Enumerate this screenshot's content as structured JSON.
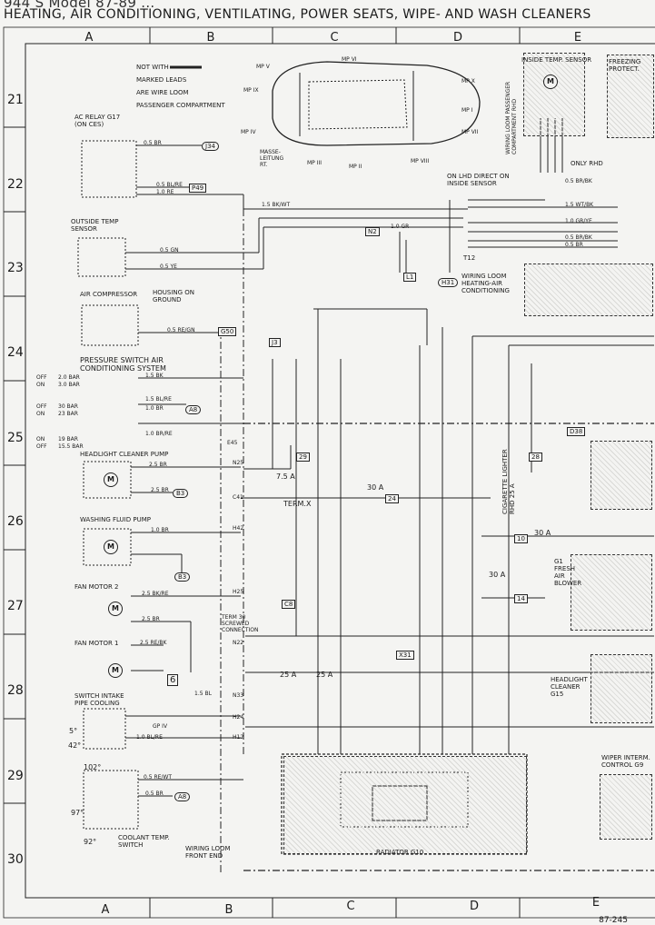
{
  "header": {
    "top": "944 S Model 87-89 ...",
    "title": "HEATING, AIR CONDITIONING, VENTILATING, POWER SEATS, WIPE- AND WASH CLEANERS"
  },
  "grid": {
    "columns": [
      "A",
      "B",
      "C",
      "D",
      "E"
    ],
    "rows": [
      "21",
      "22",
      "23",
      "24",
      "25",
      "26",
      "27",
      "28",
      "29",
      "30"
    ]
  },
  "legend": {
    "line1": "NOT WITH",
    "line2": "MARKED LEADS",
    "line3": "ARE WIRE LOOM",
    "line4": "PASSENGER COMPARTMENT"
  },
  "car": {
    "mp_v": "MP V",
    "mp_vi": "MP VI",
    "mp_ix": "MP IX",
    "mp_x": "MP X",
    "mp_i": "MP I",
    "mp_iv": "MP IV",
    "mp_vii": "MP VII",
    "mp_iii": "MP III",
    "mp_ii": "MP II",
    "mp_viii": "MP VIII",
    "masse": "Masse-Leitung Rt."
  },
  "components": {
    "ac_relay": "AC RELAY G17 (ON CES)",
    "outside_temp": "OUTSIDE TEMP SENSOR",
    "air_compressor": "AIR COMPRESSOR",
    "housing_ground": "HOUSING ON GROUND",
    "pressure_switch": "PRESSURE SWITCH AIR CONDITIONING SYSTEM",
    "headlight_pump": "HEADLIGHT CLEANER PUMP",
    "washing_pump": "WASHING FLUID PUMP",
    "fan_motor2": "FAN MOTOR 2",
    "fan_motor1": "FAN MOTOR 1",
    "switch_intake": "SWITCH INTAKE PIPE COOLING",
    "coolant_switch": "COOLANT TEMP. SWITCH",
    "wiring_front": "WIRING LOOM FRONT END",
    "radiator": "RADIATOR G10",
    "inside_temp": "INSIDE TEMP. SENSOR",
    "freezing": "FREEZING PROTECT.",
    "wiring_rhd": "WIRING LOOM PASSENGER COMPARTMENT RHD",
    "only_rhd": "ONLY RHD",
    "on_lhd": "ON LHD DIRECT ON INSIDE SENSOR",
    "wiring_heating": "WIRING LOOM HEATING-AIR CONDITIONING",
    "cigarette": "CIGARETTE LIGHTER RHD 25 A",
    "fresh_air": "G1 FRESH AIR BLOWER",
    "headlight_cleaner": "HEADLIGHT CLEANER G15",
    "wiper": "WIPER INTERM. CONTROL G9",
    "term_x": "TERM.X",
    "term30": "TERM 30 SCREWED CONNECTION",
    "t12": "T12"
  },
  "pressure": {
    "off1": "OFF",
    "on1": "ON",
    "bar1": "2.0 BAR",
    "bar2": "3.0 BAR",
    "off2": "OFF",
    "on2": "ON",
    "bar3": "30 BAR",
    "bar4": "23 BAR",
    "on3": "ON",
    "off3": "OFF",
    "bar5": "19 BAR",
    "bar6": "15.5 BAR"
  },
  "temps": {
    "t1": "42°",
    "t2": "102°",
    "t3": "97°",
    "t4": "92°",
    "t5": "5°"
  },
  "tags": {
    "j34": "J34",
    "p49": "P49",
    "n2": "N2",
    "l1": "L1",
    "h31": "H31",
    "g50": "G50",
    "j3": "J3",
    "a8": "A8",
    "b3a": "B3",
    "b3b": "B3",
    "c8": "C8",
    "x31": "X31",
    "a8b": "A8",
    "d38": "D38",
    "c41": "C41",
    "e45": "E45",
    "n25": "N25",
    "h42": "H42",
    "h25": "H25",
    "n22": "N22",
    "n33": "N33",
    "h24": "H24",
    "h12": "H12"
  },
  "fuses": {
    "f29": "29",
    "f24": "24",
    "f30a": "30 A",
    "f30b": "30 A",
    "f30c": "30 A",
    "f75": "7.5 A",
    "f25a": "25 A",
    "f25b": "25 A",
    "f14": "14",
    "f10": "10",
    "f6": "6",
    "f28": "28"
  },
  "wires": {
    "w1": "0.5 BR",
    "w2": "0.5 BL/RE",
    "w3": "1.0 RE",
    "w4": "1.5 BK/WT",
    "w5": "0.5 GN",
    "w6": "0.5 YE",
    "w7": "0.5 RE/GN",
    "w8": "1.5 BK",
    "w9": "1.5 BL/RE",
    "w10": "1.0 BR",
    "w11": "1.0 BR/RE",
    "w12": "2.5 BR",
    "w13": "2.5 BR",
    "w14": "1.0 BR",
    "w15": "2.5 BK/RE",
    "w16": "2.5 BR",
    "w17": "2.5 RE/BK",
    "w18": "1.0 GR",
    "w19": "1.5 WT/BK",
    "w20": "0.5 BR/BK",
    "w21": "1.0 GR/YE",
    "w22": "0.5 BR/BK",
    "w23": "0.5 BR",
    "w24": "0.5 RE/WT",
    "w25": "0.5 BR",
    "w26": "1.5 BL",
    "w27": "1.0 BL/RE",
    "w28": "GP IV"
  },
  "gp": {
    "gp4": "GP IV"
  },
  "footer": {
    "code": "87-245"
  }
}
